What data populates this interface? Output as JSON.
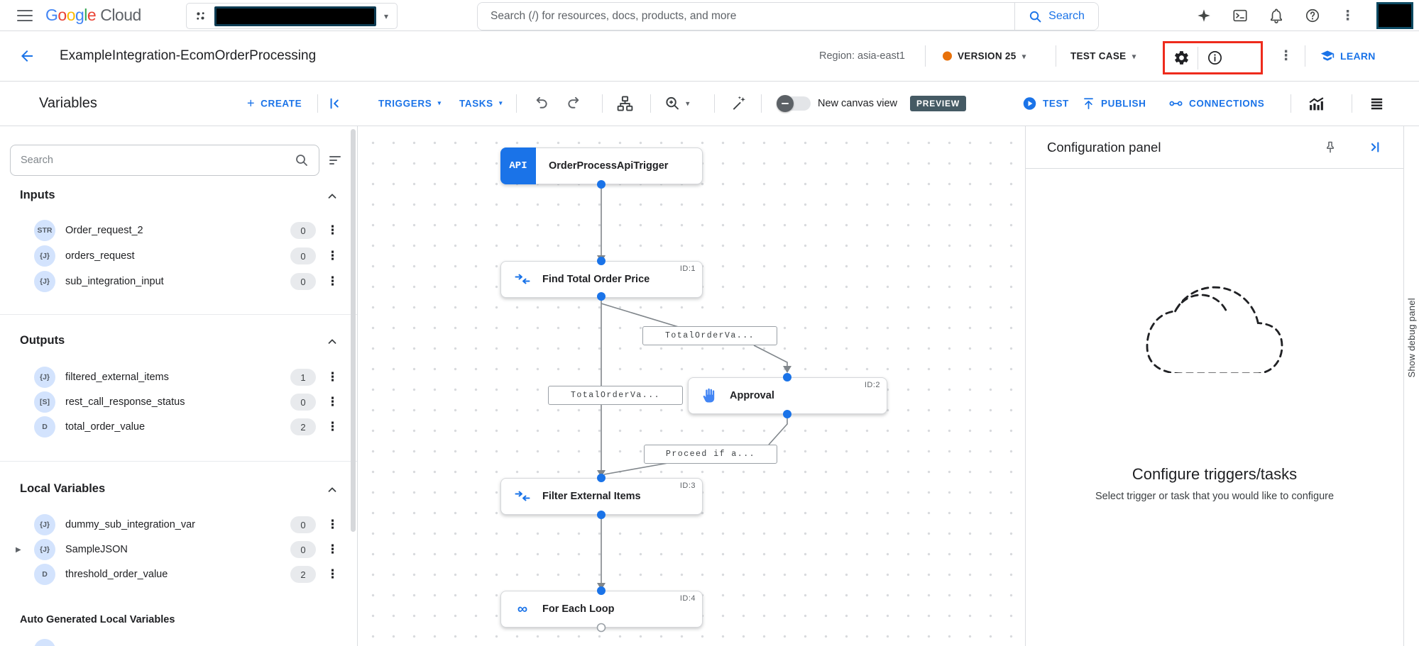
{
  "icons": {
    "more_vertical": "⋮",
    "caret_down": "▾",
    "infinity": "∞",
    "plus": "+",
    "expander": "▶"
  },
  "colors": {
    "accent_blue": "#1a73e8",
    "version_dot_orange": "#e8710a",
    "highlight_red": "#ee2b1c",
    "preview_badge_bg": "#455a64",
    "node_api_blue": "#1a73e8"
  },
  "topbar": {
    "brand": {
      "letters": [
        {
          "ch": "G"
        },
        {
          "ch": "o"
        },
        {
          "ch": "o"
        },
        {
          "ch": "g"
        },
        {
          "ch": "l"
        },
        {
          "ch": "e"
        }
      ],
      "suffix": "Cloud"
    },
    "search": {
      "placeholder": "Search (/) for resources, docs, products, and more",
      "button_label": "Search"
    }
  },
  "header": {
    "title": "ExampleIntegration-EcomOrderProcessing",
    "region_label": "Region: asia-east1",
    "version_label": "VERSION 25",
    "test_case_label": "TEST CASE",
    "learn_label": "LEARN"
  },
  "toolbar": {
    "panel_title": "Variables",
    "create_label": "CREATE",
    "triggers_label": "TRIGGERS",
    "tasks_label": "TASKS",
    "canvas_view_label": "New canvas view",
    "preview_label": "PREVIEW",
    "test_label": "TEST",
    "publish_label": "PUBLISH",
    "connections_label": "CONNECTIONS"
  },
  "sidebar": {
    "search_placeholder": "Search",
    "sections": {
      "inputs": {
        "title": "Inputs",
        "items": [
          {
            "type": "STR",
            "name": "Order_request_2",
            "count": "0"
          },
          {
            "type": "{J}",
            "name": "orders_request",
            "count": "0"
          },
          {
            "type": "{J}",
            "name": "sub_integration_input",
            "count": "0"
          }
        ]
      },
      "outputs": {
        "title": "Outputs",
        "items": [
          {
            "type": "{J}",
            "name": "filtered_external_items",
            "count": "1"
          },
          {
            "type": "[S]",
            "name": "rest_call_response_status",
            "count": "0"
          },
          {
            "type": "D",
            "name": "total_order_value",
            "count": "2"
          }
        ]
      },
      "locals": {
        "title": "Local Variables",
        "items": [
          {
            "type": "{J}",
            "name": "dummy_sub_integration_var",
            "count": "0"
          },
          {
            "type": "{J}",
            "name": "SampleJSON",
            "count": "0"
          },
          {
            "type": "D",
            "name": "threshold_order_value",
            "count": "2"
          }
        ]
      },
      "auto_title": "Auto Generated Local Variables"
    }
  },
  "canvas": {
    "nodes": {
      "trigger": {
        "label": "OrderProcessApiTrigger",
        "badge": "API"
      },
      "find": {
        "label": "Find Total Order Price",
        "id": "ID:1"
      },
      "approval": {
        "label": "Approval",
        "id": "ID:2"
      },
      "filter": {
        "label": "Filter External Items",
        "id": "ID:3"
      },
      "foreach": {
        "label": "For Each Loop",
        "id": "ID:4"
      }
    },
    "edge_labels": {
      "to_approval": "TotalOrderVa...",
      "to_filter": "TotalOrderVa...",
      "from_approval": "Proceed if a..."
    }
  },
  "config_panel": {
    "title": "Configuration panel",
    "heading": "Configure triggers/tasks",
    "subheading": "Select trigger or task that you would like to configure"
  },
  "debug_panel": {
    "label": "Show debug panel"
  }
}
